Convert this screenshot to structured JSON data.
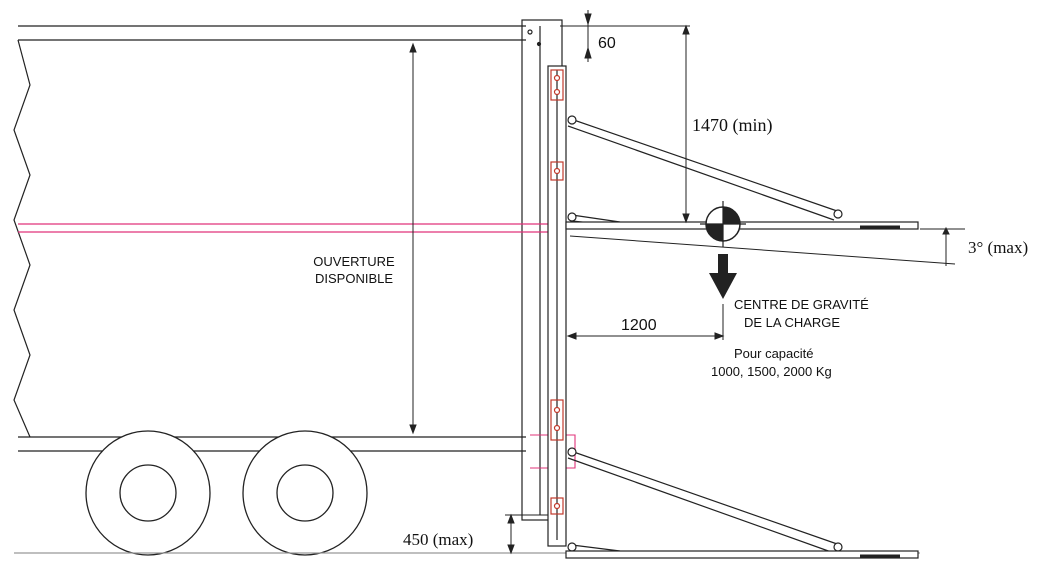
{
  "labels": {
    "dim_60": "60",
    "dim_1470": "1470 (min)",
    "dim_3deg": "3° (max)",
    "opening_line1": "OUVERTURE",
    "opening_line2": "DISPONIBLE",
    "dim_1200": "1200",
    "cog_line1": "CENTRE DE GRAVITÉ",
    "cog_line2": "DE LA CHARGE",
    "capacity_line1": "Pour capacité",
    "capacity_line2": "1000, 1500, 2000 Kg",
    "dim_450": "450 (max)"
  },
  "colors": {
    "line": "#222222",
    "accent_pink": "#e0337a",
    "hinge_orange": "#c0392b",
    "ground_gray": "#999999"
  },
  "icons": {
    "arrow": "down-arrow-icon",
    "cog": "center-of-gravity-icon"
  }
}
